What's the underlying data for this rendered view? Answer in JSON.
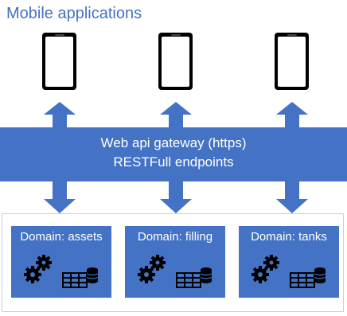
{
  "title": "Mobile applications",
  "gateway": {
    "line1": "Web api gateway (https)",
    "line2": "RESTFull endpoints"
  },
  "domains": [
    {
      "label": "Domain: assets"
    },
    {
      "label": "Domain: filling"
    },
    {
      "label": "Domain: tanks"
    }
  ],
  "colors": {
    "accent": "#4472c4",
    "phone": "#000000",
    "container_border": "#bfd0ea"
  },
  "icons": [
    "phone-icon",
    "gears-icon",
    "database-table-icon",
    "up-arrow",
    "down-arrow"
  ]
}
